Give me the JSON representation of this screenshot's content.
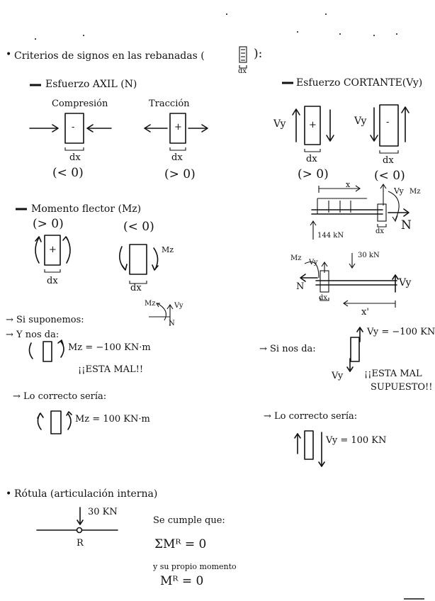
{
  "header": {
    "title": "Criterios de signos en las rebanadas (",
    "title_end": "):",
    "dx": "dx"
  },
  "axil": {
    "heading": "Esfuerzo AXIL (N)",
    "compresion": "Compresión",
    "traccion": "Tracción",
    "minus": "-",
    "plus": "+",
    "dx": "dx",
    "neg": "(< 0)",
    "pos": "(> 0)"
  },
  "cortante": {
    "heading": "Esfuerzo CORTANTE(Vy)",
    "vy": "Vy",
    "plus": "+",
    "minus": "-",
    "dx": "dx",
    "pos": "(> 0)",
    "neg": "(< 0)"
  },
  "flector": {
    "heading": "Momento flector (Mz)",
    "pos": "(> 0)",
    "neg": "(< 0)",
    "plus": "+",
    "mz": "Mz",
    "dx": "dx"
  },
  "beam_top": {
    "x": "x",
    "vy": "Vy",
    "mz": "Mz",
    "load": "144 kN",
    "n": "N",
    "dx": "dx"
  },
  "beam_bottom": {
    "load": "30 kN",
    "mz": "Mz",
    "vy": "Vy",
    "n": "N",
    "vy2": "Vy",
    "dx": "dx",
    "xp": "x'"
  },
  "left_example": {
    "si_suponemos": "→ Si suponemos:",
    "y_nos_da": "→ Y nos da:",
    "mz_result": "Mz = −100 KN·m",
    "esta_mal": "¡¡ESTA MAL!!",
    "lo_correcto": "→ Lo correcto sería:",
    "mz_correct": "Mz = 100 KN·m",
    "legend_mz": "Mz",
    "legend_vy": "Vy",
    "legend_n": "N"
  },
  "right_example": {
    "vy_result": "Vy = −100 KN",
    "si_nos_da": "→ Si nos da:",
    "vy": "Vy",
    "esta_mal": "¡¡ESTA MAL",
    "supuesto": "SUPUESTO!!",
    "lo_correcto": "→ Lo correcto sería:",
    "vy_correct": "Vy = 100 KN"
  },
  "rotula": {
    "heading": "Rótula (articulación interna)",
    "load": "30 KN",
    "r": "R",
    "se_cumple": "Se cumple que:",
    "sum_eq": "ΣMᴿ = 0",
    "propio": "y su propio momento",
    "mr_eq": "Mᴿ = 0"
  }
}
